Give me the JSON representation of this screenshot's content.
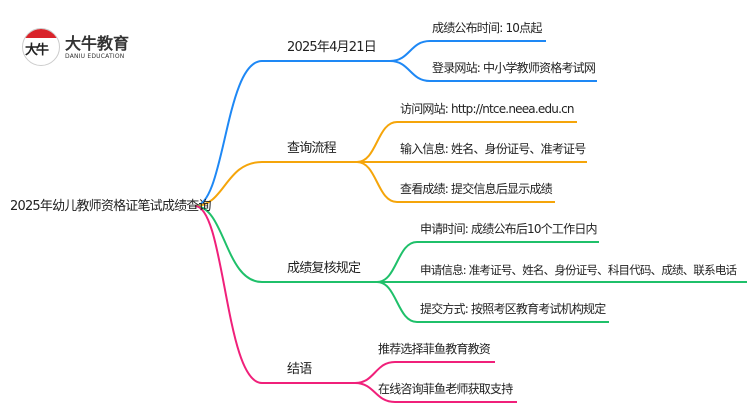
{
  "logo": {
    "mark": "大牛",
    "name_cn": "大牛教育",
    "name_en": "DANIU EDUCATION"
  },
  "root": "2025年幼儿教师资格证笔试成绩查询",
  "branches": [
    {
      "label": "2025年4月21日",
      "color": "#1e88f5",
      "children": [
        "成绩公布时间: 10点起",
        "登录网站: 中小学教师资格考试网"
      ]
    },
    {
      "label": "查询流程",
      "color": "#f5a50a",
      "children": [
        "访问网站: http://ntce.neea.edu.cn",
        "输入信息: 姓名、身份证号、准考证号",
        "查看成绩: 提交信息后显示成绩"
      ]
    },
    {
      "label": "成绩复核规定",
      "color": "#1fc06a",
      "children": [
        "申请时间: 成绩公布后10个工作日内",
        "申请信息: 准考证号、姓名、身份证号、科目代码、成绩、联系电话",
        "提交方式: 按照考区教育考试机构规定"
      ]
    },
    {
      "label": "结语",
      "color": "#f0207a",
      "children": [
        "推荐选择菲鱼教育教资",
        "在线咨询菲鱼老师获取支持"
      ]
    }
  ]
}
